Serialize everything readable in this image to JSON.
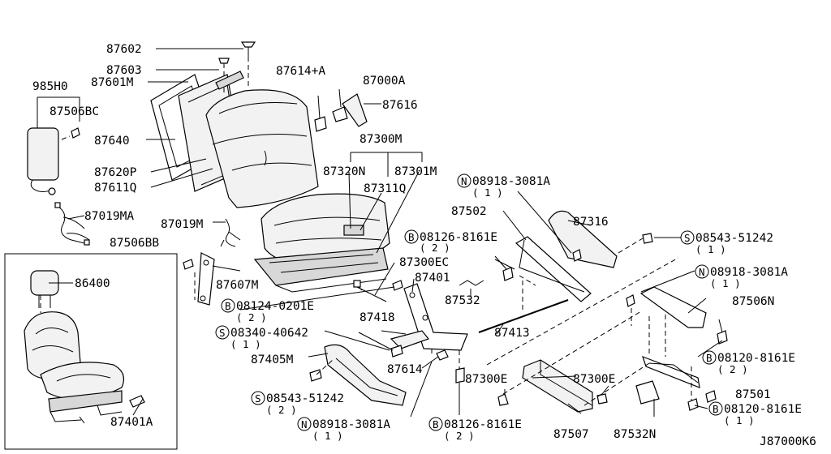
{
  "diagram_code": "J87000K6",
  "labels": {
    "l87602": "87602",
    "l87603": "87603",
    "l985H0": "985H0",
    "l87601M": "87601M",
    "l87506BC": "87506BC",
    "l87640": "87640",
    "l87620P": "87620P",
    "l87611Q": "87611Q",
    "l87019MA": "87019MA",
    "l87614A": "87614+A",
    "l87000A": "87000A",
    "l87616": "87616",
    "l87300M": "87300M",
    "l87320N": "87320N",
    "l87301M": "87301M",
    "l87311Q": "87311Q",
    "l87019M": "87019M",
    "l87506BB": "87506BB",
    "l87607M": "87607M",
    "l86400": "86400",
    "l87401A": "87401A",
    "l87300EC": "87300EC",
    "l87401": "87401",
    "l87532": "87532",
    "l87418": "87418",
    "l87413": "87413",
    "l87405M": "87405M",
    "l87614": "87614",
    "l87300E1": "87300E",
    "l87300E2": "87300E",
    "l87502": "87502",
    "l87316": "87316",
    "l87506N": "87506N",
    "l87501": "87501",
    "l87507": "87507",
    "l87532N": "87532N"
  },
  "callouts": {
    "c1": {
      "prefix": "N",
      "code": "08918-3081A",
      "qty": "( 1 )"
    },
    "c2": {
      "prefix": "B",
      "code": "08126-8161E",
      "qty": "( 2 )"
    },
    "c3": {
      "prefix": "S",
      "code": "08543-51242",
      "qty": "( 1 )"
    },
    "c4": {
      "prefix": "N",
      "code": "08918-3081A",
      "qty": "( 1 )"
    },
    "c5": {
      "prefix": "B",
      "code": "08124-0201E",
      "qty": "( 2 )"
    },
    "c6": {
      "prefix": "S",
      "code": "08340-40642",
      "qty": "( 1 )"
    },
    "c7": {
      "prefix": "B",
      "code": "08120-8161E",
      "qty": "( 2 )"
    },
    "c8": {
      "prefix": "B",
      "code": "08120-8161E",
      "qty": "( 1 )"
    },
    "c9": {
      "prefix": "S",
      "code": "08543-51242",
      "qty": "( 2 )"
    },
    "c10": {
      "prefix": "N",
      "code": "08918-3081A",
      "qty": "( 1 )"
    },
    "c11": {
      "prefix": "B",
      "code": "08126-8161E",
      "qty": "( 2 )"
    }
  }
}
